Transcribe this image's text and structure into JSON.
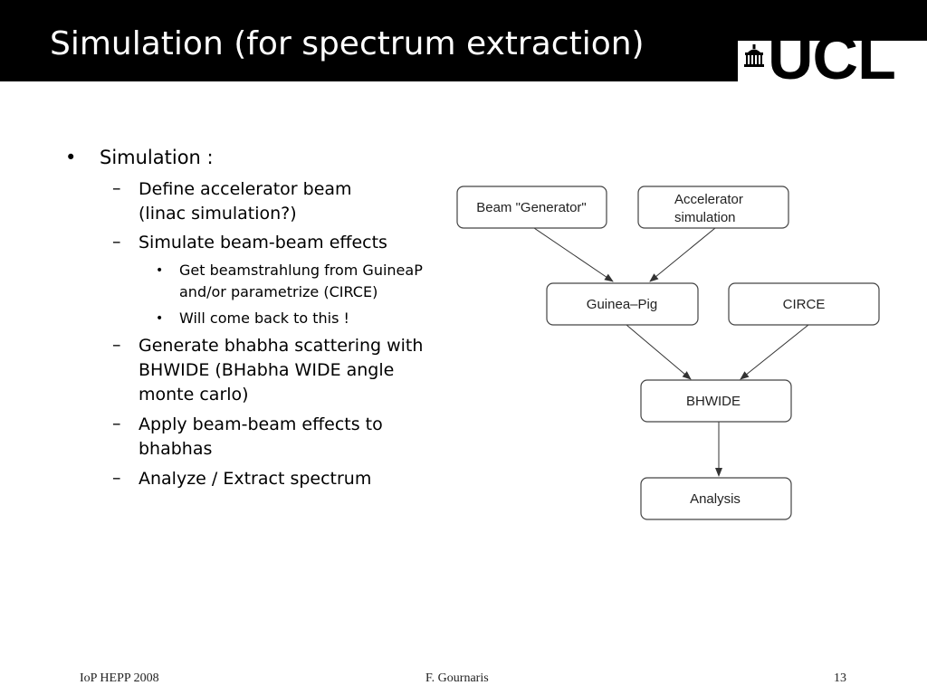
{
  "slide": {
    "title": "Simulation (for spectrum extraction)",
    "logo_text": "UCL"
  },
  "bullets": {
    "level1": "Simulation :",
    "items": [
      {
        "lines": [
          "Define accelerator beam",
          "(linac simulation?)"
        ]
      },
      {
        "lines": [
          "Simulate beam-beam effects"
        ]
      },
      {
        "lines": [
          "Generate bhabha scattering with",
          "BHWIDE (BHabha WIDE angle",
          "monte carlo)"
        ]
      },
      {
        "lines": [
          "Apply beam-beam effects to",
          "bhabhas"
        ]
      },
      {
        "lines": [
          "Analyze / Extract spectrum"
        ]
      }
    ],
    "subitems": [
      {
        "lines": [
          "Get beamstrahlung from GuineaP",
          "and/or parametrize (CIRCE)"
        ]
      },
      {
        "lines": [
          "Will come back to this !"
        ]
      }
    ],
    "dash_symbol": "–",
    "bullet_symbol": "•"
  },
  "flowchart": {
    "nodes": {
      "beam_generator": "Beam \"Generator\"",
      "accelerator_simulation": [
        "Accelerator",
        "simulation"
      ],
      "guinea_pig": "Guinea–Pig",
      "circe": "CIRCE",
      "bhwide": "BHWIDE",
      "analysis": "Analysis"
    }
  },
  "footer": {
    "left": "IoP HEPP 2008",
    "center": "F. Gournaris",
    "page": "13"
  }
}
